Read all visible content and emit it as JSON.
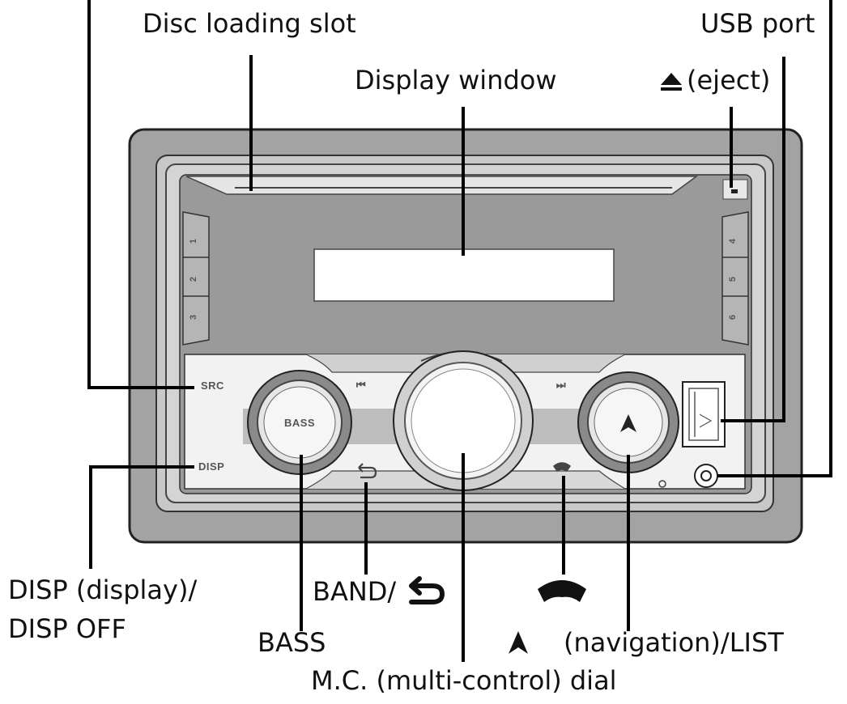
{
  "labels": {
    "disc_slot": "Disc loading slot",
    "usb_port": "USB port",
    "display_window": "Display window",
    "eject": "(eject)",
    "disp_line1": "DISP (display)/",
    "disp_line2": "DISP OFF",
    "band": "BAND/",
    "bass": "BASS",
    "navigation": "(navigation)/LIST",
    "mc_dial": "M.C. (multi-control) dial"
  },
  "unit": {
    "src": "SRC",
    "disp": "DISP",
    "bass": "BASS",
    "left_presets": [
      "1",
      "2",
      "3"
    ],
    "right_presets": [
      "4",
      "5",
      "6"
    ],
    "prev_symbol": "⏮",
    "next_symbol": "⏭"
  }
}
